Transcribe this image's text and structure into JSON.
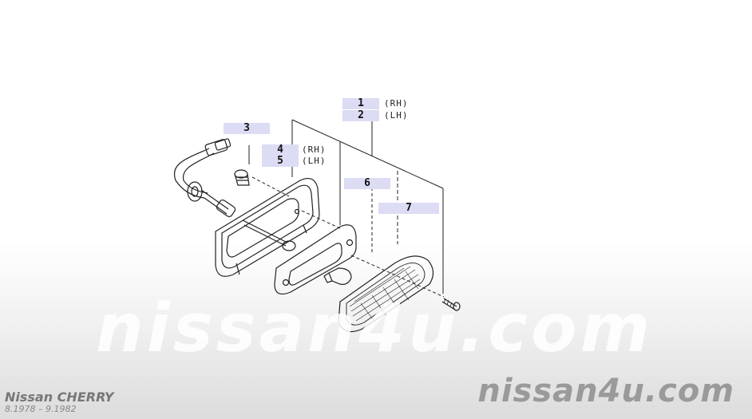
{
  "callouts": {
    "c1": {
      "number": "1",
      "side": "(RH)"
    },
    "c2": {
      "number": "2",
      "side": "(LH)"
    },
    "c3": {
      "number": "3"
    },
    "c4": {
      "number": "4",
      "side": "(RH)"
    },
    "c5": {
      "number": "5",
      "side": "(LH)"
    },
    "c6": {
      "number": "6"
    },
    "c7": {
      "number": "7"
    }
  },
  "watermark": "nissan4u.com",
  "logo": "nissan4u.com",
  "vehicle": {
    "model": "Nissan CHERRY",
    "production_range": "8.1978 – 9.1982"
  }
}
